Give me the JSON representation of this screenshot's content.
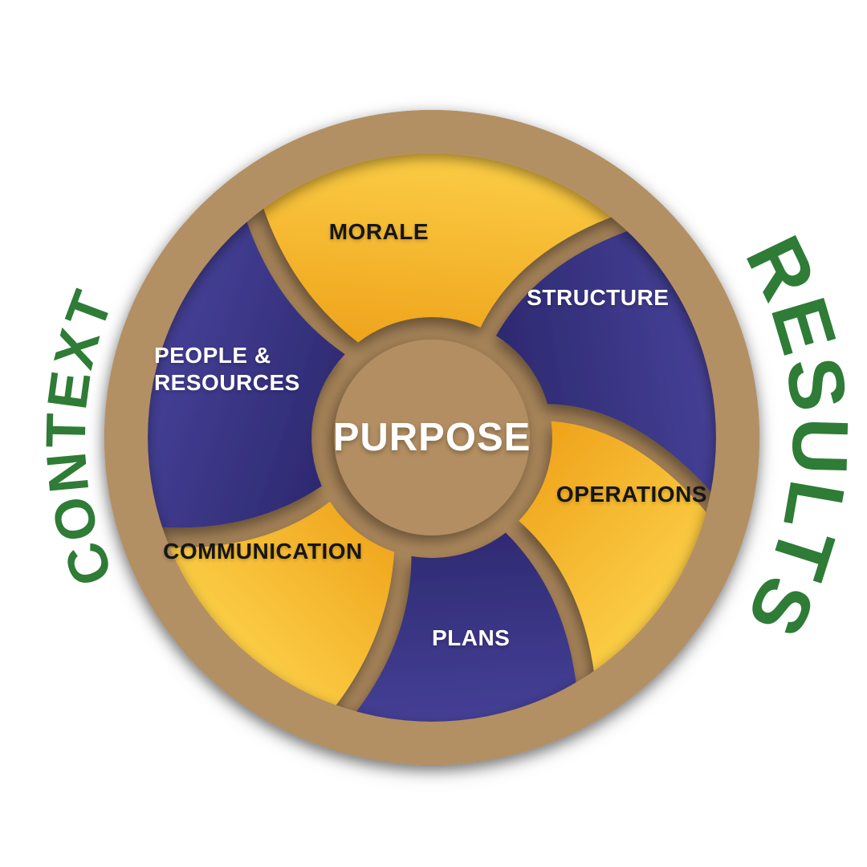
{
  "diagram": {
    "type": "segmented-swirl-wheel",
    "center": {
      "label": "PURPOSE"
    },
    "segments": [
      {
        "label": "MORALE",
        "fill": "yellow",
        "text_color": "#161616"
      },
      {
        "label": "STRUCTURE",
        "fill": "blue",
        "text_color": "#ffffff"
      },
      {
        "label": "OPERATIONS",
        "fill": "yellow",
        "text_color": "#161616"
      },
      {
        "label": "PLANS",
        "fill": "blue",
        "text_color": "#ffffff"
      },
      {
        "label": "COMMUNICATION",
        "fill": "yellow",
        "text_color": "#161616"
      },
      {
        "label": "PEOPLE &\nRESOURCES",
        "fill": "blue",
        "text_color": "#ffffff"
      }
    ],
    "outer_labels": [
      {
        "text": "CONTEXT",
        "side": "left"
      },
      {
        "text": "RESULTS",
        "side": "right"
      }
    ],
    "colors": {
      "brown_base": "#AA865A",
      "brown_ring": "#B39064",
      "brown_center": "#B28E62",
      "yellow_outer": "#FCD149",
      "yellow_inner": "#EFA41C",
      "blue_outer": "#474299",
      "blue_inner": "#2D2970",
      "green_text": "#2E7C36",
      "center_text": "#FFFFFF",
      "background": "#FFFFFF"
    }
  }
}
